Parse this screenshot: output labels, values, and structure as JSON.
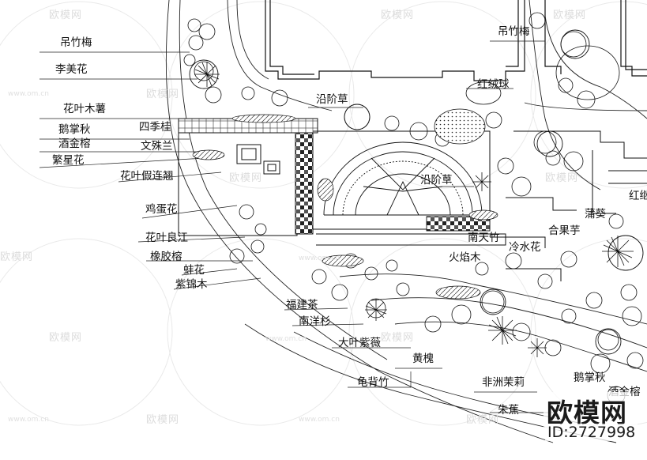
{
  "labels": {
    "diaozhumei_l": "吊竹梅",
    "liemeihua": "李美花",
    "huaye_mushu": "花叶木薯",
    "ezhangqiu_l": "鹅掌秋",
    "jiujinrong": "酒金榕",
    "fanxinghua": "繁星花",
    "sijigui": "四季桂",
    "wenshulan": "文殊兰",
    "huaye_jialianqiao": "花叶假连翘",
    "jidanhua": "鸡蛋花",
    "huaye_liangjiang": "花叶良江",
    "xiangjiaorong": "橡胶榕",
    "banghua": "蚌花",
    "zijinmu": "紫锦木",
    "fujiancha": "福建茶",
    "nanyangshan": "南洋杉",
    "dayezishan": "大叶紫薇",
    "guibeizhu": "龟背竹",
    "huanghuai": "黄槐",
    "feizhou_moli": "非洲茉莉",
    "zhujiao": "朱蕉",
    "gangjiecao_top": "沿阶草",
    "gangjiecao_mid": "沿阶草",
    "hongrongqiu": "红绒球",
    "diaozhumei_r": "吊竹梅",
    "nantianzhu": "南天竹",
    "huoyanmu": "火焰木",
    "lengshuihua": "冷水花",
    "heguoyu": "合果芋",
    "pukui": "蒲葵",
    "hong_r": "红继",
    "ezhangqiu_r": "鹅掌秋",
    "jiujinrong_r": "酒金榕"
  },
  "watermark": {
    "text": "欧模网",
    "url": "www.om.cn"
  },
  "brand": {
    "name": "欧模网",
    "id": "ID:2727998"
  }
}
